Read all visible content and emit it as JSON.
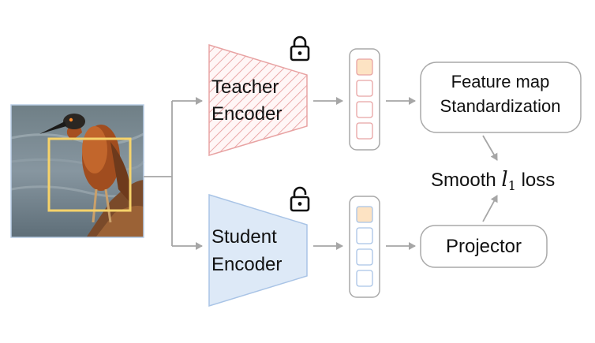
{
  "teacher": {
    "line1": "Teacher",
    "line2": "Encoder",
    "fill_color": "#f4b6b6",
    "lock_icon": "lock-icon"
  },
  "student": {
    "line1": "Student",
    "line2": "Encoder",
    "fill_color": "#dde9f7",
    "lock_icon": "unlock-icon"
  },
  "feature_map": {
    "line1": "Feature map",
    "line2": "Standardization"
  },
  "projector": {
    "label": "Projector"
  },
  "loss": {
    "prefix": "Smooth ",
    "symbol": "l",
    "subscript": "1",
    "suffix": " loss"
  },
  "colors": {
    "teacher_stroke": "#e8a3a3",
    "student_stroke": "#a9c4e6",
    "highlight_token": "#fde3c3",
    "crop_box": "#f6d36a",
    "arrow": "#a6a6a6"
  }
}
